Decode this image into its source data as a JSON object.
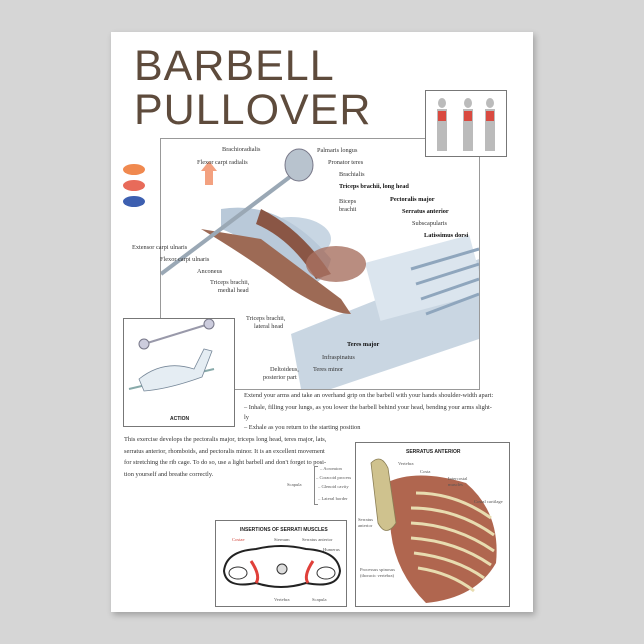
{
  "title": {
    "line1": "BARBELL",
    "line2": "PULLOVER"
  },
  "legend_colors": [
    "#f0894f",
    "#e86b5a",
    "#3d5fb0"
  ],
  "main_labels": {
    "brachioradialis": "Brachioradialis",
    "flexor_carpi_radialis": "Flexor carpi radialis",
    "palmaris_longus": "Palmaris longus",
    "pronator_teres": "Pronator teres",
    "brachialis": "Brachialis",
    "triceps_long": "Triceps brachii, long head",
    "biceps_1": "Biceps",
    "biceps_2": "brachii",
    "pectoralis_major": "Pectoralis major",
    "serratus_anterior": "Serratus anterior",
    "subscapularis": "Subscapularis",
    "latissimus_dorsi": "Latissimus dorsi",
    "extensor_carpi_ulnaris": "Extensor carpi ulnaris",
    "flexor_carpi_ulnaris": "Flexor carpi ulnaris",
    "anconeus": "Anconeus",
    "triceps_medial_1": "Triceps brachii,",
    "triceps_medial_2": "medial head",
    "triceps_lateral_1": "Triceps brachii,",
    "triceps_lateral_2": "lateral head",
    "teres_major": "Teres major",
    "infraspinatus": "Infraspinatus",
    "deltoideus_1": "Deltoideus,",
    "deltoideus_2": "posterior part",
    "teres_minor": "Teres minor"
  },
  "action_caption": "ACTION",
  "instructions": {
    "line1": "Extend your arms and take an overhand grip on the barbell with your hands shoulder-width apart:",
    "line2": "– Inhale, filling your lungs, as you lower the barbell behind your head, bending your arms slight-",
    "line3": "ly",
    "line4": "– Exhale as you return to the starting position"
  },
  "description": {
    "line1": "This exercise develops the pectoralis major, triceps long head, teres major, lats,",
    "line2": "serratus anterior, rhomboids, and pectoralis minor. It is an excellent movement",
    "line3": "for stretching the rib cage. To do so, use a light barbell and don't forget to posi-",
    "line4": "tion yourself and breathe correctly."
  },
  "serratus_panel": {
    "title": "SERRATUS ANTERIOR",
    "vertebra": "Vertebra",
    "costa": "Costa",
    "intercostal_1": "Intercostal",
    "intercostal_2": "muscles",
    "costal_cartilage": "Costal cartilage",
    "acromion": "– Acromion",
    "coracoid": "– Coracoid process",
    "glenoid": "– Glenoid cavity",
    "lateral_border": "– Lateral border",
    "scapula": "Scapula",
    "serratus_1": "Serratus",
    "serratus_2": "anterior",
    "processus_1": "Processus spinosus",
    "processus_2": "(thoracic vertebra)"
  },
  "insertions_panel": {
    "title": "INSERTIONS OF SERRATI MUSCLES",
    "costae": "Costae",
    "sternum": "Sternum",
    "serratus_anterior": "Serratus anterior",
    "humerus": "Humerus",
    "vertebra": "Vertebra",
    "scapula": "Scapula"
  }
}
